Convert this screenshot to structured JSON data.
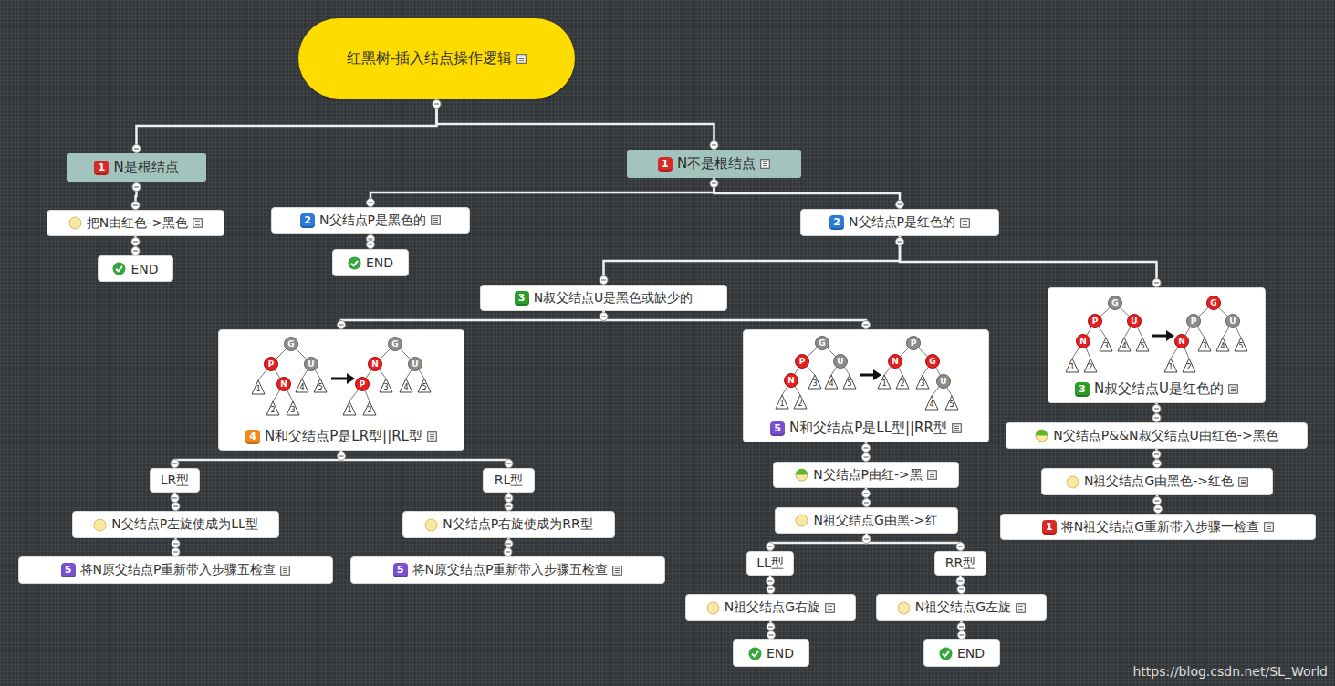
{
  "diagram": {
    "nodes": [
      {
        "text": [
          "红黑树-插入结点操作逻辑"
        ]
      },
      {
        "text": [
          "1",
          "N是根结点"
        ]
      },
      {
        "text": [
          "把N由红色->黑色"
        ]
      },
      {
        "text": [
          "END"
        ]
      },
      {
        "text": [
          "1",
          "N不是根结点"
        ]
      },
      {
        "text": [
          "2",
          "N父结点P是黑色的"
        ]
      },
      {
        "text": [
          "END"
        ]
      },
      {
        "text": [
          "2",
          "N父结点P是红色的"
        ]
      },
      {
        "text": [
          "3",
          "N叔父结点U是黑色或缺少的"
        ]
      },
      {
        "text": [
          "4",
          "N和父结点P是LR型||RL型"
        ]
      },
      {
        "text": [
          "LR型"
        ]
      },
      {
        "text": [
          "N父结点P左旋使成为LL型"
        ]
      },
      {
        "text": [
          "5",
          "将N原父结点P重新带入步骤五检查"
        ]
      },
      {
        "text": [
          "RL型"
        ]
      },
      {
        "text": [
          "N父结点P右旋使成为RR型"
        ]
      },
      {
        "text": [
          "5",
          "将N原父结点P重新带入步骤五检查"
        ]
      },
      {
        "text": [
          "5",
          "N和父结点P是LL型||RR型"
        ]
      },
      {
        "text": [
          "N父结点P由红->黑"
        ]
      },
      {
        "text": [
          "N祖父结点G由黑->红"
        ]
      },
      {
        "text": [
          "LL型"
        ]
      },
      {
        "text": [
          "N祖父结点G右旋"
        ]
      },
      {
        "text": [
          "END"
        ]
      },
      {
        "text": [
          "RR型"
        ]
      },
      {
        "text": [
          "N祖父结点G左旋"
        ]
      },
      {
        "text": [
          "END"
        ]
      },
      {
        "text": [
          "3",
          "N叔父结点U是红色的"
        ]
      },
      {
        "text": [
          "N父结点P&&N叔父结点U由红色->黑色"
        ]
      },
      {
        "text": [
          "N祖父结点G由黑色->红色"
        ]
      },
      {
        "text": [
          "1",
          "将N祖父结点G重新带入步骤一检查"
        ]
      }
    ],
    "edges": [
      {
        "from": 0,
        "to": 1,
        "arrow": "none"
      },
      {
        "from": 0,
        "to": 4,
        "arrow": "none"
      },
      {
        "from": 1,
        "to": 2,
        "arrow": "none"
      },
      {
        "from": 2,
        "to": 3,
        "arrow": "none"
      },
      {
        "from": 4,
        "to": 5,
        "arrow": "none"
      },
      {
        "from": 4,
        "to": 7,
        "arrow": "none"
      },
      {
        "from": 5,
        "to": 6,
        "arrow": "none"
      },
      {
        "from": 7,
        "to": 8,
        "arrow": "none"
      },
      {
        "from": 7,
        "to": 25,
        "arrow": "none"
      },
      {
        "from": 8,
        "to": 9,
        "arrow": "none"
      },
      {
        "from": 8,
        "to": 16,
        "arrow": "none"
      },
      {
        "from": 9,
        "to": 10,
        "arrow": "none"
      },
      {
        "from": 9,
        "to": 13,
        "arrow": "none"
      },
      {
        "from": 10,
        "to": 11,
        "arrow": "none"
      },
      {
        "from": 11,
        "to": 12,
        "arrow": "none"
      },
      {
        "from": 13,
        "to": 14,
        "arrow": "none"
      },
      {
        "from": 14,
        "to": 15,
        "arrow": "none"
      },
      {
        "from": 16,
        "to": 17,
        "arrow": "none"
      },
      {
        "from": 17,
        "to": 18,
        "arrow": "none"
      },
      {
        "from": 18,
        "to": 19,
        "arrow": "none"
      },
      {
        "from": 18,
        "to": 22,
        "arrow": "none"
      },
      {
        "from": 19,
        "to": 20,
        "arrow": "none"
      },
      {
        "from": 20,
        "to": 21,
        "arrow": "none"
      },
      {
        "from": 22,
        "to": 23,
        "arrow": "none"
      },
      {
        "from": 23,
        "to": 24,
        "arrow": "none"
      },
      {
        "from": 25,
        "to": 26,
        "arrow": "none"
      },
      {
        "from": 26,
        "to": 27,
        "arrow": "none"
      },
      {
        "from": 27,
        "to": 28,
        "arrow": "none"
      }
    ],
    "labels": [
      "G",
      "P",
      "U",
      "N",
      "1",
      "2",
      "3",
      "4",
      "5",
      "G",
      "N",
      "U",
      "P",
      "1",
      "2",
      "3",
      "4",
      "5",
      "G",
      "P",
      "U",
      "N",
      "1",
      "2",
      "3",
      "4",
      "5",
      "P",
      "N",
      "G",
      "U",
      "1",
      "2",
      "3",
      "4",
      "5",
      "G",
      "P",
      "U",
      "N",
      "1",
      "2",
      "3",
      "4",
      "5",
      "G",
      "P",
      "U",
      "N",
      "1",
      "2",
      "3",
      "4",
      "5",
      "https://blog.csdn.net/SL_World"
    ]
  }
}
